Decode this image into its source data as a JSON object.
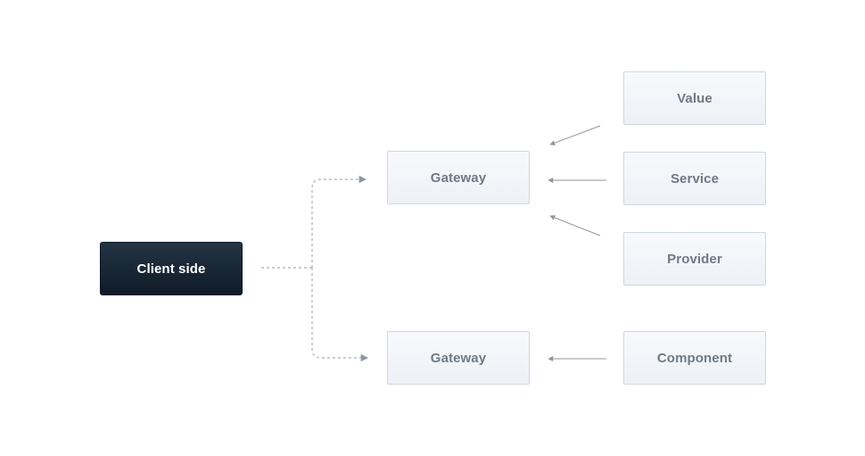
{
  "diagram": {
    "client": {
      "label": "Client side"
    },
    "gateways": [
      {
        "label": "Gateway"
      },
      {
        "label": "Gateway"
      }
    ],
    "sources": [
      {
        "label": "Value"
      },
      {
        "label": "Service"
      },
      {
        "label": "Provider"
      },
      {
        "label": "Component"
      }
    ],
    "colors": {
      "dotted_connector": "#b3bbc4",
      "solid_arrow": "#8f969e"
    }
  }
}
